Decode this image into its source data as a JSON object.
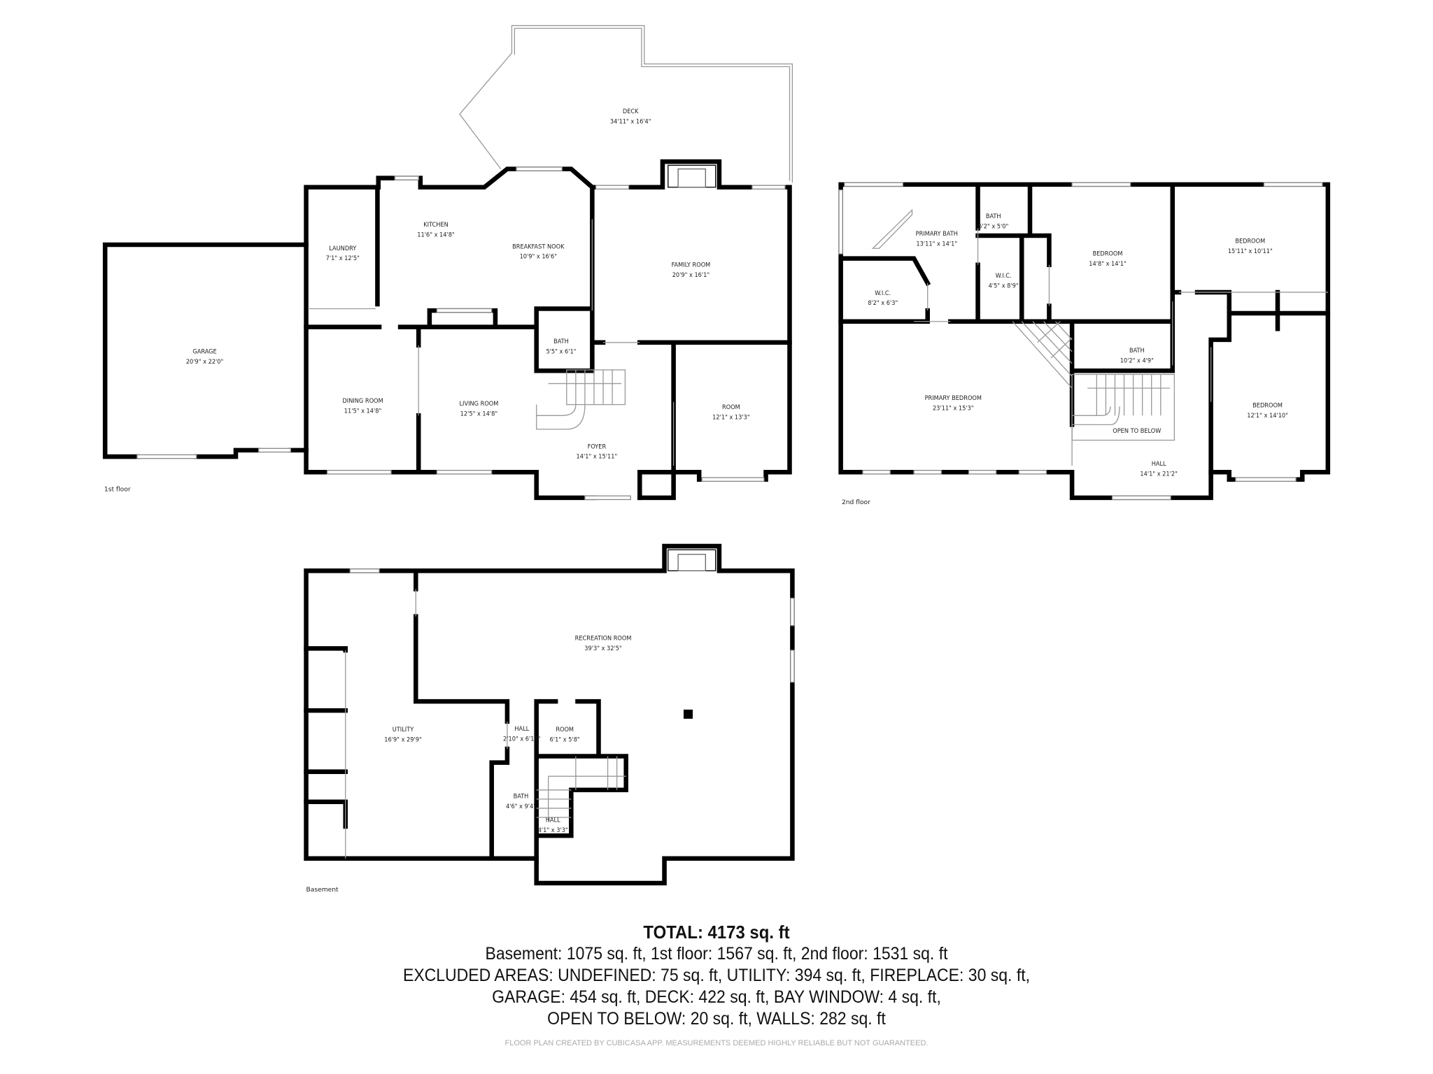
{
  "first_floor": {
    "label": "1st floor",
    "rooms": [
      {
        "name": "DECK",
        "dims": "34'11\" x 16'4\""
      },
      {
        "name": "KITCHEN",
        "dims": "11'6\" x 14'8\""
      },
      {
        "name": "LAUNDRY",
        "dims": "7'1\" x 12'5\""
      },
      {
        "name": "BREAKFAST NOOK",
        "dims": "10'9\" x 16'6\""
      },
      {
        "name": "FAMILY ROOM",
        "dims": "20'9\" x 16'1\""
      },
      {
        "name": "GARAGE",
        "dims": "20'9\" x 22'0\""
      },
      {
        "name": "BATH",
        "dims": "5'5\" x 6'1\""
      },
      {
        "name": "DINING ROOM",
        "dims": "11'5\" x 14'8\""
      },
      {
        "name": "LIVING ROOM",
        "dims": "12'5\" x 14'8\""
      },
      {
        "name": "ROOM",
        "dims": "12'1\" x 13'3\""
      },
      {
        "name": "FOYER",
        "dims": "14'1\" x 15'11\""
      }
    ]
  },
  "second_floor": {
    "label": "2nd floor",
    "rooms": [
      {
        "name": "BATH",
        "dims": "5'2\" x 5'0\""
      },
      {
        "name": "PRIMARY BATH",
        "dims": "13'11\" x 14'1\""
      },
      {
        "name": "BEDROOM",
        "dims": "14'8\" x 14'1\""
      },
      {
        "name": "BEDROOM",
        "dims": "15'11\" x 10'11\""
      },
      {
        "name": "W.I.C.",
        "dims": "8'2\" x 6'3\""
      },
      {
        "name": "W.I.C.",
        "dims": "4'5\" x 8'9\""
      },
      {
        "name": "BATH",
        "dims": "10'2\" x 4'9\""
      },
      {
        "name": "PRIMARY BEDROOM",
        "dims": "23'11\" x 15'3\""
      },
      {
        "name": "BEDROOM",
        "dims": "12'1\" x 14'10\""
      },
      {
        "name": "HALL",
        "dims": "14'1\" x 21'2\""
      }
    ],
    "open_to_below": "OPEN TO BELOW"
  },
  "basement": {
    "label": "Basement",
    "rooms": [
      {
        "name": "RECREATION ROOM",
        "dims": "39'3\" x 32'5\""
      },
      {
        "name": "UTILITY",
        "dims": "16'9\" x 29'9\""
      },
      {
        "name": "HALL",
        "dims": "2'10\" x 6'10\""
      },
      {
        "name": "ROOM",
        "dims": "6'1\" x 5'8\""
      },
      {
        "name": "BATH",
        "dims": "4'6\" x 9'4\""
      },
      {
        "name": "HALL",
        "dims": "4'1\" x 3'3\""
      }
    ]
  },
  "summary": {
    "total": "TOTAL: 4173 sq. ft",
    "floors": "Basement: 1075 sq. ft, 1st floor: 1567 sq. ft, 2nd floor: 1531 sq. ft",
    "excluded_1": "EXCLUDED AREAS: UNDEFINED: 75 sq. ft, UTILITY: 394 sq. ft, FIREPLACE: 30 sq. ft,",
    "excluded_2": "GARAGE: 454 sq. ft, DECK: 422 sq. ft, BAY WINDOW: 4 sq. ft,",
    "excluded_3": "OPEN TO BELOW: 20 sq. ft, WALLS: 282 sq. ft"
  },
  "disclaimer": "FLOOR PLAN CREATED BY CUBICASA APP. MEASUREMENTS DEEMED HIGHLY RELIABLE BUT NOT GUARANTEED."
}
